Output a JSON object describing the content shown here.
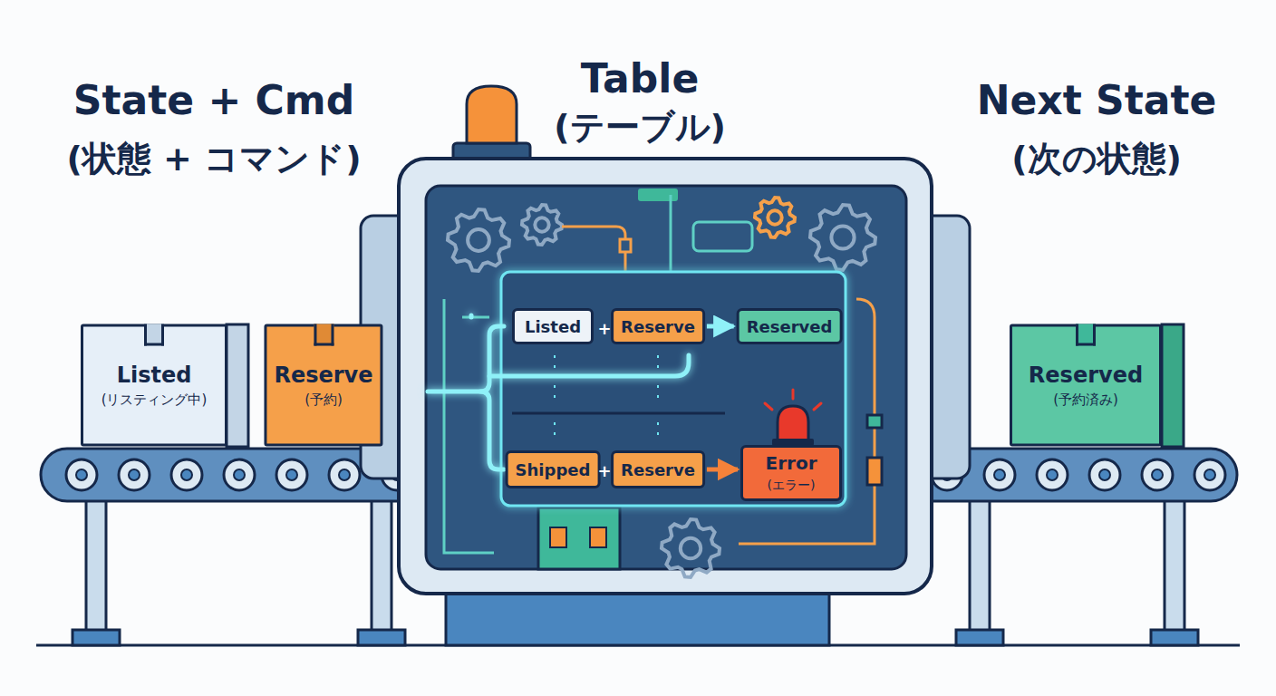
{
  "diagram": {
    "nodes": [
      {
        "text": [
          "Listed",
          "(リスティング中)"
        ]
      },
      {
        "text": [
          "Reserve",
          "(予約)"
        ]
      },
      {
        "text": [
          "Listed"
        ]
      },
      {
        "text": [
          "Reserve"
        ]
      },
      {
        "text": [
          "Reserved"
        ]
      },
      {
        "text": [
          "Shipped"
        ]
      },
      {
        "text": [
          "Reserve"
        ]
      },
      {
        "text": [
          "Error",
          "(エラー)"
        ]
      },
      {
        "text": [
          "Reserved",
          "(予約済み)"
        ]
      }
    ],
    "edges": [
      {
        "from": 3,
        "to": 4,
        "arrow": "to"
      },
      {
        "from": 6,
        "to": 7,
        "arrow": "to"
      }
    ],
    "labels": [
      "State + Cmd",
      "(状態 + コマンド)",
      "Table",
      "(テーブル)",
      "Next State",
      "(次の状態)",
      "+",
      "+"
    ]
  }
}
